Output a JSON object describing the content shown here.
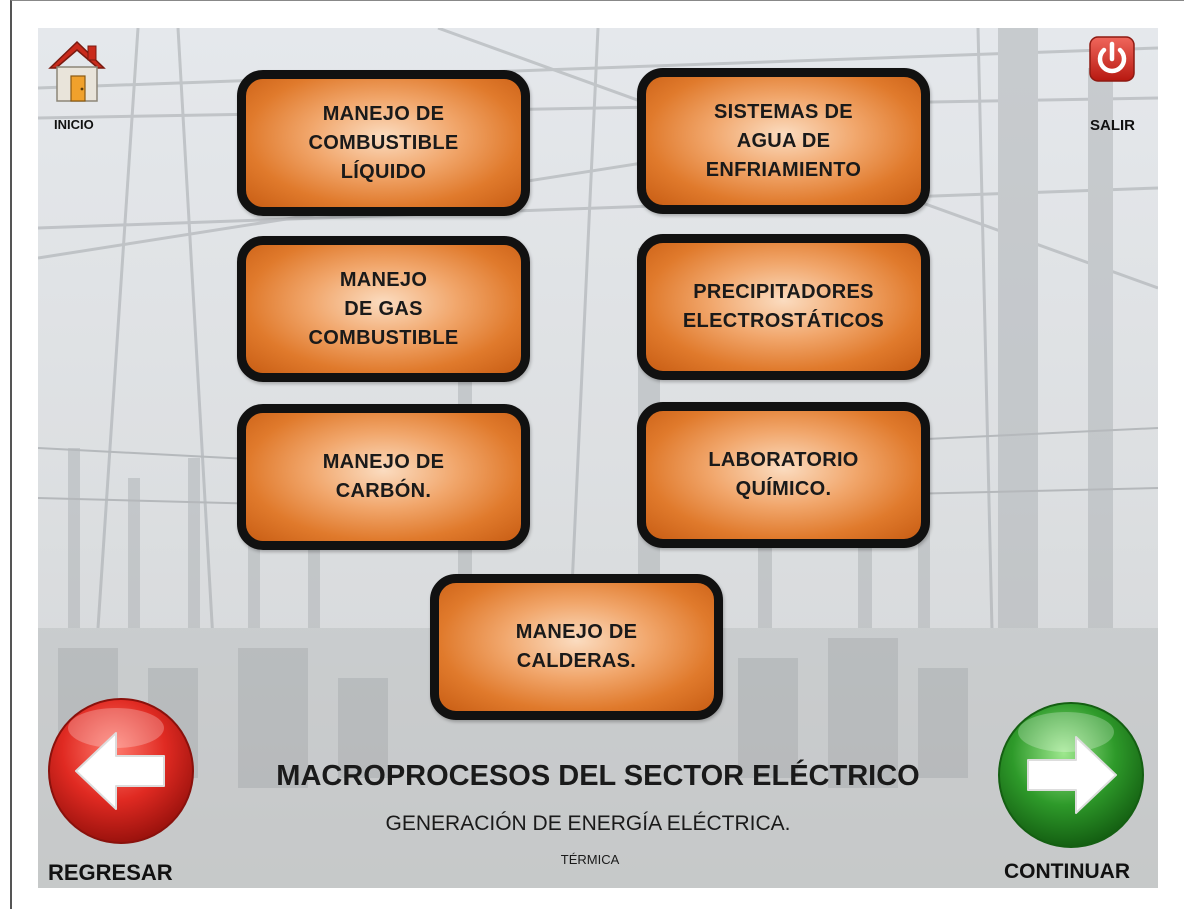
{
  "header": {
    "home_label": "INICIO",
    "exit_label": "SALIR"
  },
  "menu": {
    "items": [
      {
        "label": "MANEJO DE\nCOMBUSTIBLE\nLÍQUIDO"
      },
      {
        "label": "SISTEMAS DE\nAGUA DE\nENFRIAMIENTO"
      },
      {
        "label": "MANEJO\nDE GAS\nCOMBUSTIBLE"
      },
      {
        "label": "PRECIPITADORES\nELECTROSTÁTICOS"
      },
      {
        "label": "MANEJO DE\nCARBÓN."
      },
      {
        "label": "LABORATORIO\nQUÍMICO."
      },
      {
        "label": "MANEJO DE\nCALDERAS."
      }
    ]
  },
  "footer": {
    "title": "MACROPROCESOS DEL SECTOR ELÉCTRICO",
    "subtitle": "GENERACIÓN DE ENERGÍA ELÉCTRICA.",
    "category": "TÉRMICA",
    "back_label": "REGRESAR",
    "continue_label": "CONTINUAR"
  },
  "colors": {
    "button_orange": "#e07a2c",
    "button_border": "#111111",
    "back_red": "#d9231f",
    "continue_green": "#2e9a2a",
    "exit_red": "#d22a22"
  },
  "icons": {
    "home": "house-icon",
    "exit": "power-icon",
    "back": "arrow-left-icon",
    "continue": "arrow-right-icon"
  }
}
